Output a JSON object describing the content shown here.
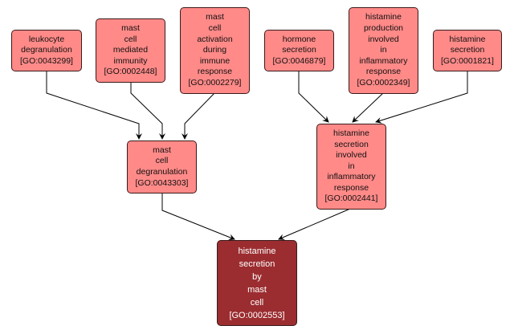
{
  "graph": {
    "title": "GO ancestor graph",
    "colors": {
      "node_fill": "#ff8a88",
      "term_fill": "#9b2d30",
      "edge": "#000000"
    },
    "nodes": [
      {
        "id": "GO:0043299",
        "lines": "leukocyte\ndegranulation\n[GO:0043299]"
      },
      {
        "id": "GO:0002448",
        "lines": "mast\ncell\nmediated\nimmunity\n[GO:0002448]"
      },
      {
        "id": "GO:0002279",
        "lines": "mast\ncell\nactivation\nduring\nimmune\nresponse\n[GO:0002279]"
      },
      {
        "id": "GO:0046879",
        "lines": "hormone\nsecretion\n[GO:0046879]"
      },
      {
        "id": "GO:0002349",
        "lines": "histamine\nproduction\ninvolved\nin\ninflammatory\nresponse\n[GO:0002349]"
      },
      {
        "id": "GO:0001821",
        "lines": "histamine\nsecretion\n[GO:0001821]"
      },
      {
        "id": "GO:0043303",
        "lines": "mast\ncell\ndegranulation\n[GO:0043303]"
      },
      {
        "id": "GO:0002441",
        "lines": "histamine\nsecretion\ninvolved\nin\ninflammatory\nresponse\n[GO:0002441]"
      },
      {
        "id": "GO:0002553",
        "lines": "histamine\nsecretion\nby\nmast\ncell\n[GO:0002553]"
      }
    ],
    "edges": [
      {
        "from": "GO:0043299",
        "to": "GO:0043303"
      },
      {
        "from": "GO:0002448",
        "to": "GO:0043303"
      },
      {
        "from": "GO:0002279",
        "to": "GO:0043303"
      },
      {
        "from": "GO:0046879",
        "to": "GO:0002441"
      },
      {
        "from": "GO:0002349",
        "to": "GO:0002441"
      },
      {
        "from": "GO:0001821",
        "to": "GO:0002441"
      },
      {
        "from": "GO:0043303",
        "to": "GO:0002553"
      },
      {
        "from": "GO:0002441",
        "to": "GO:0002553"
      }
    ]
  }
}
